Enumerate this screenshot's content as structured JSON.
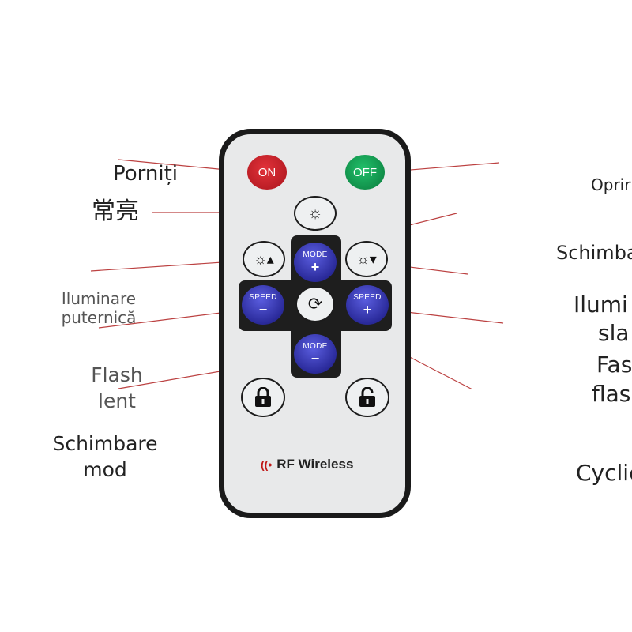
{
  "labels": {
    "on_label": "Porniți",
    "constant_light_label": "常亮",
    "strong_light_label_line1": "Iluminare",
    "strong_light_label_line2": "puternică",
    "slow_flash_line1": "Flash",
    "slow_flash_line2": "lent",
    "mode_change_line1": "Schimbare",
    "mode_change_line2": "mod",
    "off_label": "Oprir",
    "change_label": "Schimba",
    "weak_light_line1": "Ilumi",
    "weak_light_line2": "sla",
    "fast_flash_line1": "Fas",
    "fast_flash_line2": "flas",
    "cycle_label": "Cyclic"
  },
  "remote": {
    "on_button": "ON",
    "off_button": "OFF",
    "mode_text": "MODE",
    "speed_text": "SPEED",
    "plus": "+",
    "minus": "−",
    "brand": "RF Wireless"
  },
  "colors": {
    "on": "#c8202a",
    "off": "#13a04f",
    "blue_button": "#2f2fa6",
    "leader_line": "#b02020"
  },
  "icons": {
    "sun": "sun-icon",
    "cycle": "cycle-icon",
    "lock": "lock-icon",
    "unlock": "unlock-icon",
    "wifi": "wifi-icon"
  }
}
